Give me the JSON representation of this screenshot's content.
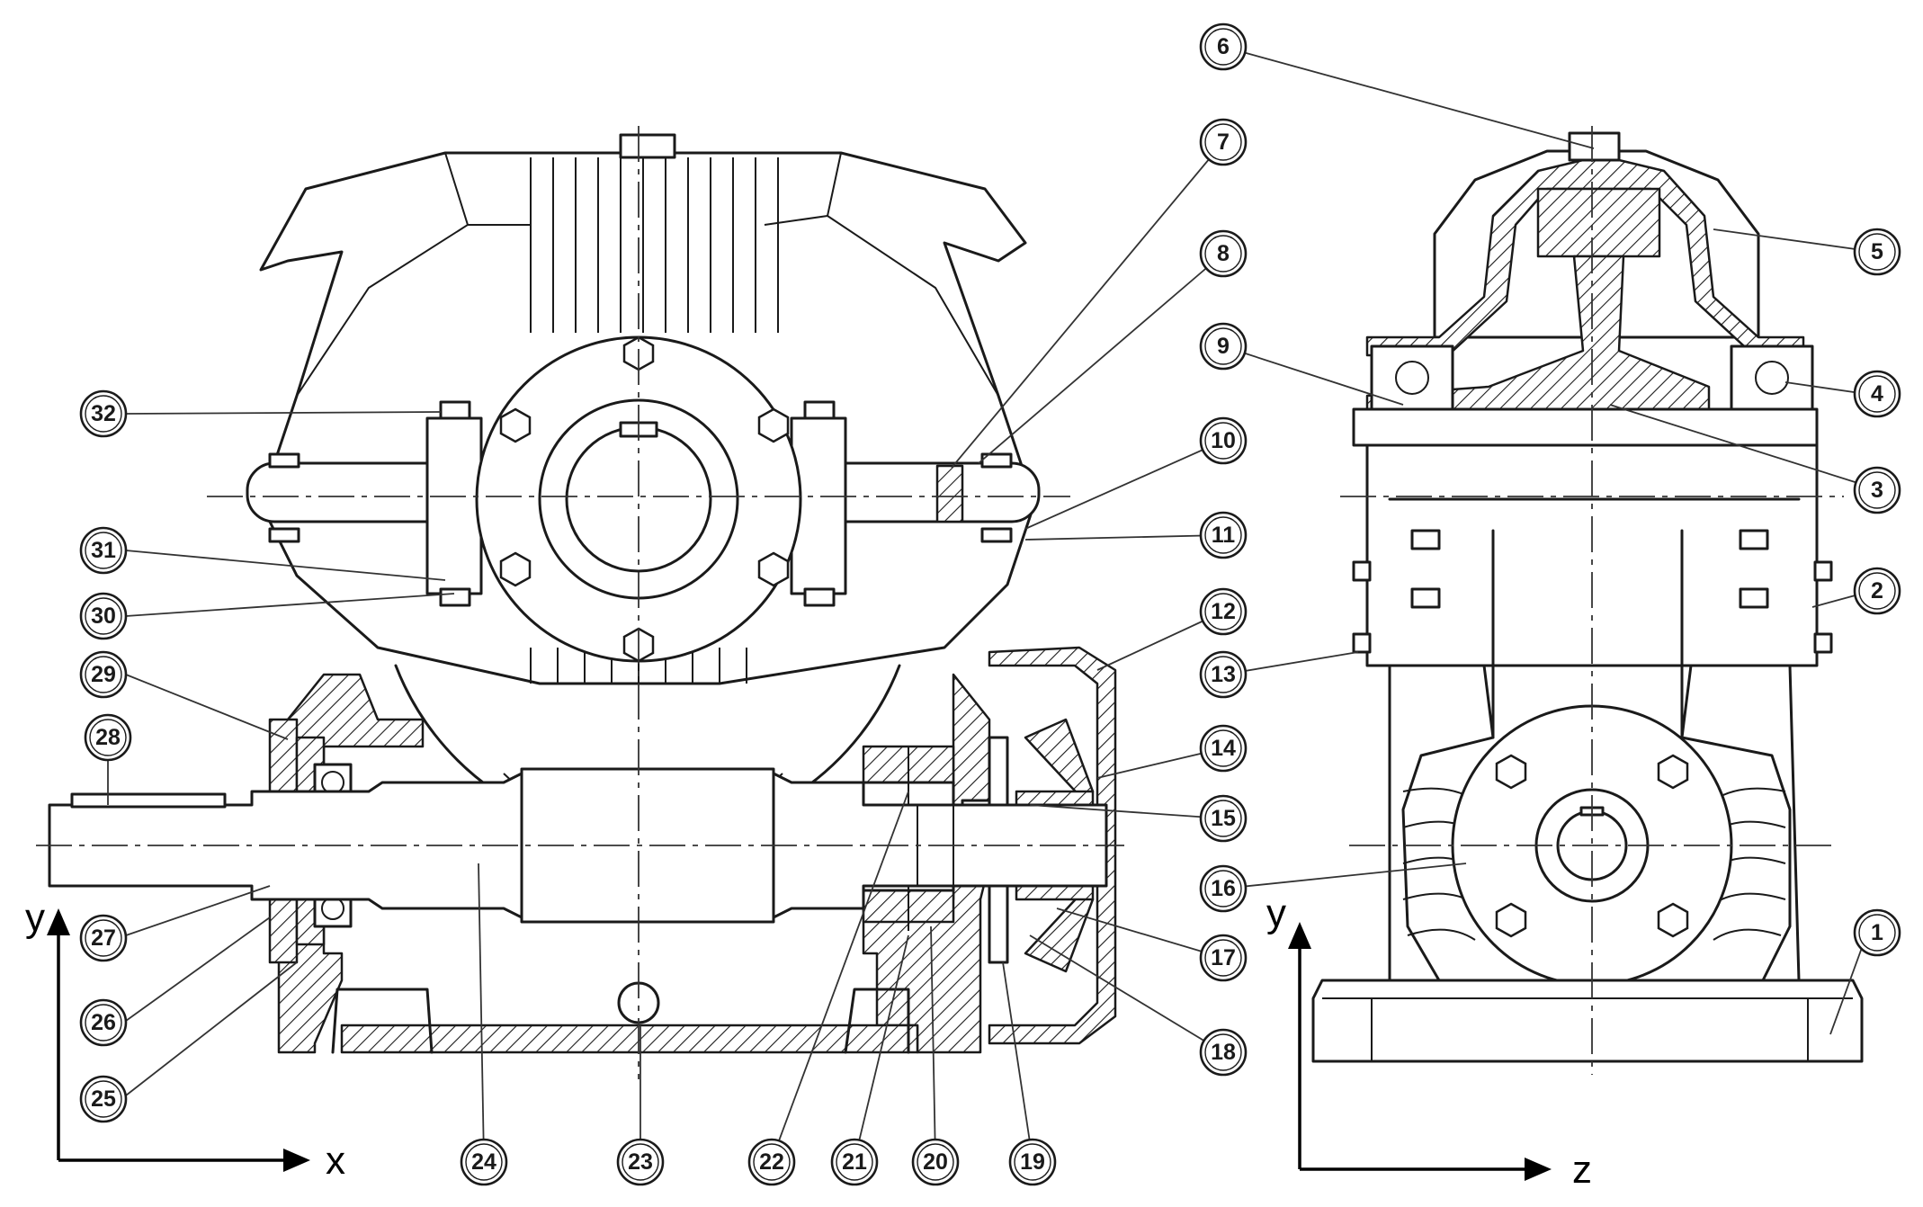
{
  "callouts": [
    {
      "id": "1",
      "label": "1"
    },
    {
      "id": "2",
      "label": "2"
    },
    {
      "id": "3",
      "label": "3"
    },
    {
      "id": "4",
      "label": "4"
    },
    {
      "id": "5",
      "label": "5"
    },
    {
      "id": "6",
      "label": "6"
    },
    {
      "id": "7",
      "label": "7"
    },
    {
      "id": "8",
      "label": "8"
    },
    {
      "id": "9",
      "label": "9"
    },
    {
      "id": "10",
      "label": "10"
    },
    {
      "id": "11",
      "label": "11"
    },
    {
      "id": "12",
      "label": "12"
    },
    {
      "id": "13",
      "label": "13"
    },
    {
      "id": "14",
      "label": "14"
    },
    {
      "id": "15",
      "label": "15"
    },
    {
      "id": "16",
      "label": "16"
    },
    {
      "id": "17",
      "label": "17"
    },
    {
      "id": "18",
      "label": "18"
    },
    {
      "id": "19",
      "label": "19"
    },
    {
      "id": "20",
      "label": "20"
    },
    {
      "id": "21",
      "label": "21"
    },
    {
      "id": "22",
      "label": "22"
    },
    {
      "id": "23",
      "label": "23"
    },
    {
      "id": "24",
      "label": "24"
    },
    {
      "id": "25",
      "label": "25"
    },
    {
      "id": "26",
      "label": "26"
    },
    {
      "id": "27",
      "label": "27"
    },
    {
      "id": "28",
      "label": "28"
    },
    {
      "id": "29",
      "label": "29"
    },
    {
      "id": "30",
      "label": "30"
    },
    {
      "id": "31",
      "label": "31"
    },
    {
      "id": "32",
      "label": "32"
    }
  ],
  "axes": {
    "front_view": {
      "vertical": "y",
      "horizontal": "x"
    },
    "side_view": {
      "vertical": "y",
      "horizontal": "z"
    }
  },
  "colors": {
    "ink": "#1a1a1a",
    "paper": "#ffffff"
  }
}
